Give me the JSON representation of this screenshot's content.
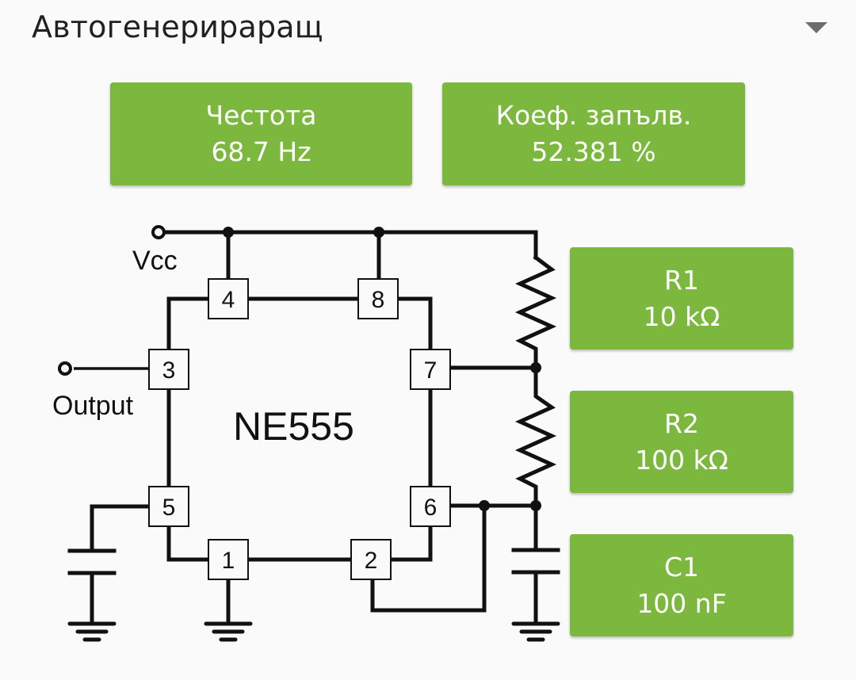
{
  "header": {
    "title": "Автогенерираращ",
    "dropdown_icon": "triangle-down-icon"
  },
  "results": {
    "frequency": {
      "label": "Честота",
      "value": "68.7 Hz"
    },
    "duty_cycle": {
      "label": "Коеф. запълв.",
      "value": "52.381 %"
    }
  },
  "components": {
    "r1": {
      "label": "R1",
      "value": "10 kΩ"
    },
    "r2": {
      "label": "R2",
      "value": "100 kΩ"
    },
    "c1": {
      "label": "C1",
      "value": "100 nF"
    }
  },
  "schematic": {
    "chip": "NE555",
    "vcc_label": "Vcc",
    "output_label": "Output",
    "pins": {
      "p1": "1",
      "p2": "2",
      "p3": "3",
      "p4": "4",
      "p5": "5",
      "p6": "6",
      "p7": "7",
      "p8": "8"
    }
  },
  "colors": {
    "accent_green": "#7cb83d",
    "text_dark": "#212121",
    "background": "#fafafa"
  }
}
